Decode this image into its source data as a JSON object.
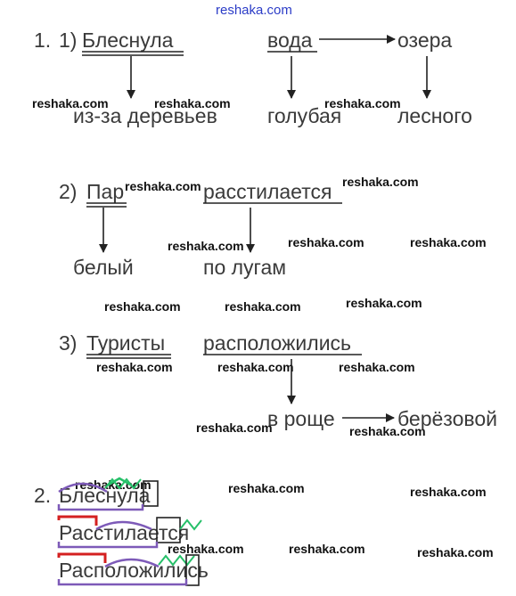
{
  "watermark": "reshaka.com",
  "task1": {
    "number": "1.",
    "s1": {
      "label": "1)",
      "subject": "Блеснула",
      "obj1": "из-за деревьев",
      "predicate": "вода",
      "obj2": "голубая",
      "obj3": "озера",
      "obj4": "лесного"
    },
    "s2": {
      "label": "2)",
      "subject": "Пар",
      "predicate": "расстилается",
      "obj1": "белый",
      "obj2": "по лугам"
    },
    "s3": {
      "label": "3)",
      "subject": "Туристы",
      "predicate": "расположились",
      "obj1": "в роще",
      "obj2": "берёзовой"
    }
  },
  "task2": {
    "number": "2.",
    "words": [
      "Блеснула",
      "Расстилается",
      "Расположились"
    ]
  },
  "colors": {
    "arrow": "#222222",
    "root": "#7d5ab8",
    "prefix": "#d42020",
    "suffix": "#3a3a3a",
    "ending": "#26c069"
  }
}
